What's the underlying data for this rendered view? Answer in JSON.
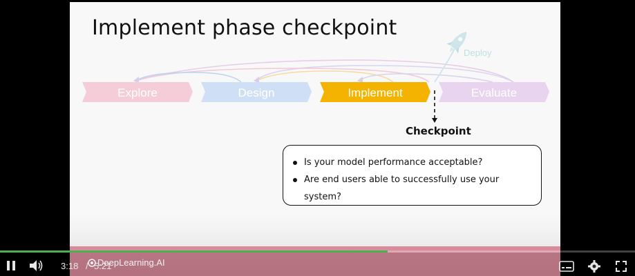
{
  "slide": {
    "title": "Implement phase checkpoint",
    "steps": [
      {
        "label": "Explore",
        "color": "#f4cdd8"
      },
      {
        "label": "Design",
        "color": "#cfe0f6"
      },
      {
        "label": "Implement",
        "color": "#f5b301"
      },
      {
        "label": "Evaluate",
        "color": "#e8d4ee"
      }
    ],
    "deploy_label": "Deploy",
    "checkpoint_label": "Checkpoint",
    "questions": [
      "Is your model performance acceptable?",
      "Are end users able to successfully use your system?"
    ],
    "icons": [
      "rocket-icon"
    ]
  },
  "player": {
    "current_time": "3:18",
    "separator": "/",
    "duration": "5:21",
    "brand": "DeepLearning.AI",
    "progress_fraction": 0.61,
    "accent_color": "#4caf50",
    "icons": [
      "pause-icon",
      "volume-icon",
      "captions-icon",
      "settings-gear-icon",
      "fullscreen-icon"
    ]
  }
}
